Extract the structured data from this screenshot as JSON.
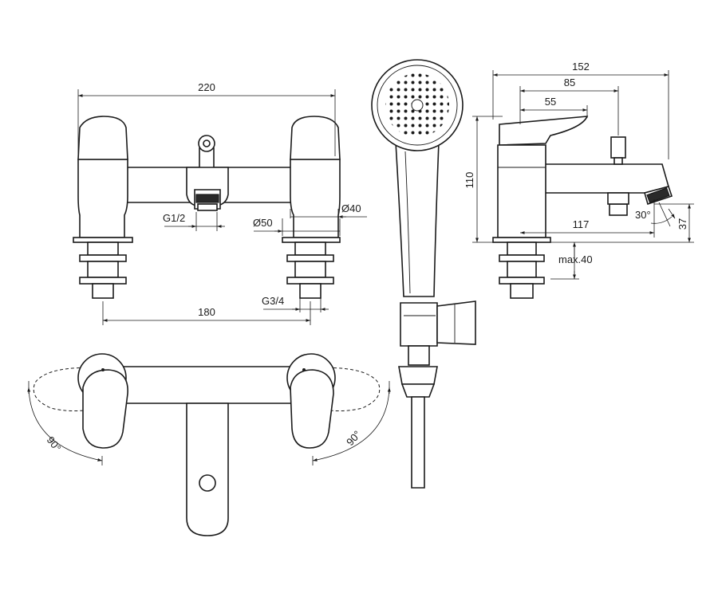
{
  "dimensions": {
    "width_total": "220",
    "centers": "180",
    "inlet_thread": "G3/4",
    "outlet_thread": "G1/2",
    "diameter_base": "Ø50",
    "diameter_handle": "Ø40",
    "depth_total": "152",
    "depth_spout_holder": "85",
    "depth_handle": "55",
    "height": "110",
    "spout_projection": "117",
    "spout_height": "37",
    "spout_angle": "30°",
    "deck_thickness": "max.40",
    "rotation_left": "90°",
    "rotation_right": "90°"
  }
}
